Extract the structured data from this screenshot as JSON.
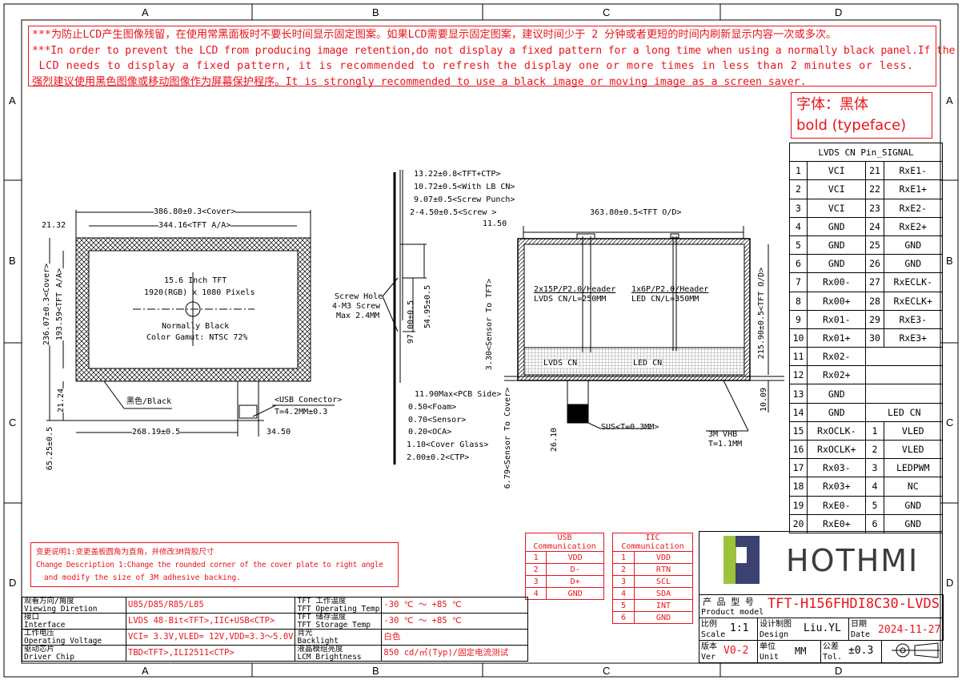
{
  "frame": {
    "columns": [
      "A",
      "B",
      "C",
      "D"
    ],
    "rows": [
      "A",
      "B",
      "C",
      "D"
    ]
  },
  "warning": {
    "lines": [
      "***为防止LCD产生图像残留，在使用常黑面板时不要长时间显示固定图案。如果LCD需要显示固定图案，建议时间少于 2 分钟或者更短的时间内刷新显示内容一次或多次。",
      "***In order to prevent the LCD from producing image retention,do not display a fixed pattern for a long time when using a normally black panel.If the",
      " LCD needs to display a fixed pattern, it is recommended to refresh the display one or more times in less than 2 minutes or less.",
      "强烈建议使用黑色图像或移动图像作为屏幕保护程序。It is strongly recommended to use a black image or moving image as a screen saver."
    ]
  },
  "font_note": {
    "line1": "字体：黑体",
    "line2": "bold (typeface)"
  },
  "front_view": {
    "dims": {
      "cover_w": "386.80±0.3<Cover>",
      "aa_w": "344.16<TFT A/A>",
      "offset_x": "21.32",
      "cover_h": "236.07±0.3<Cover>",
      "aa_h": "193.59<TFT A/A>",
      "offset_y": "21.24",
      "bottom": "65.25±0.5",
      "fpc_x": "268.19±0.5",
      "fpc_w": "34.50"
    },
    "text": [
      "15.6 Inch TFT",
      "1920(RGB) x 1080 Pixels",
      "Normally Black",
      "Color Gamut: NTSC 72%"
    ],
    "black_label": "黑色/Black",
    "usb_label": "<USB Conector>",
    "usb_t": "T=4.2MM±0.3"
  },
  "side_view": {
    "top_dims": [
      "13.22±0.8<TFT+CTP>",
      "10.72±0.5<With LB CN>",
      "9.07±0.5<Screw Punch>",
      "2-4.50±0.5<Screw >"
    ],
    "screw": [
      "Screw Hole",
      "4-M3 Screw",
      "Max 2.4MM"
    ],
    "v1": "97.00±0.5",
    "v2": "54.95±0.5",
    "bottom_dims": [
      "11.90Max<PCB Side>",
      "0.50<Foam>",
      "0.70<Sensor>",
      "0.20<OCA>",
      "1.10<Cover Glass>",
      "2.00±0.2<CTP>"
    ]
  },
  "back_view": {
    "width": "363.80±0.5<TFT O/D>",
    "offset": "11.50",
    "height": "215.90±0.5<TFT O/D>",
    "bottom": "10.09",
    "sensor_tft": "3.30<Sensor To TFT>",
    "sensor_cover": "6.79<Sensor To Cover>",
    "fpc": "26.10",
    "hdr1": [
      "2x15P/P2.0/Header",
      "LVDS CN/L=250MM"
    ],
    "hdr2": [
      "1x6P/P2.0/Header",
      "LED CN/L=350MM"
    ],
    "lvds": "LVDS CN",
    "led": "LED CN",
    "sus": "SUS<T=0.3MM>",
    "vhb": [
      "3M VHB",
      "T=1.1MM"
    ]
  },
  "pin_table": {
    "title": "LVDS CN Pin_SIGNAL",
    "led_title": "LED CN",
    "lvds": [
      [
        "1",
        "VCI",
        "21",
        "RxE1-"
      ],
      [
        "2",
        "VCI",
        "22",
        "RxE1+"
      ],
      [
        "3",
        "VCI",
        "23",
        "RxE2-"
      ],
      [
        "4",
        "GND",
        "24",
        "RxE2+"
      ],
      [
        "5",
        "GND",
        "25",
        "GND"
      ],
      [
        "6",
        "GND",
        "26",
        "GND"
      ],
      [
        "7",
        "Rx00-",
        "27",
        "RxECLK-"
      ],
      [
        "8",
        "Rx00+",
        "28",
        "RxECLK+"
      ],
      [
        "9",
        "Rx01-",
        "29",
        "RxE3-"
      ],
      [
        "10",
        "Rx01+",
        "30",
        "RxE3+"
      ],
      [
        "11",
        "Rx02-",
        "",
        ""
      ],
      [
        "12",
        "Rx02+",
        "",
        ""
      ],
      [
        "13",
        "GND",
        "",
        ""
      ],
      [
        "14",
        "GND",
        "",
        ""
      ],
      [
        "15",
        "RxOCLK-",
        "1",
        "VLED"
      ],
      [
        "16",
        "RxOCLK+",
        "2",
        "VLED"
      ],
      [
        "17",
        "Rx03-",
        "3",
        "LEDPWM"
      ],
      [
        "18",
        "Rx03+",
        "4",
        "NC"
      ],
      [
        "19",
        "RxE0-",
        "5",
        "GND"
      ],
      [
        "20",
        "RxE0+",
        "6",
        "GND"
      ]
    ]
  },
  "usb": {
    "title": "USB Communication",
    "rows": [
      [
        "1",
        "VDD"
      ],
      [
        "2",
        "D-"
      ],
      [
        "3",
        "D+"
      ],
      [
        "4",
        "GND"
      ]
    ]
  },
  "iic": {
    "title": "IIC Communication",
    "rows": [
      [
        "1",
        "VDD"
      ],
      [
        "2",
        "RTN"
      ],
      [
        "3",
        "SCL"
      ],
      [
        "4",
        "SDA"
      ],
      [
        "5",
        "INT"
      ],
      [
        "6",
        "GND"
      ]
    ]
  },
  "change": {
    "line1": "变更说明1:变更盖板圆角为直角，并修改3M背胶尺寸",
    "line2": "Change Description 1:Change the rounded corner of the cover plate to right angle",
    "line3": "and modify the size of 3M adhesive backing."
  },
  "spec": [
    {
      "k1": "观看方向/角度",
      "k2": "Viewing Diretion",
      "v": "U85/D85/R85/L85",
      "k3": "TFT 工作温度",
      "k4": "TFT Operating Temp",
      "v2": "-30 ℃ ～ +85 ℃"
    },
    {
      "k1": "接口",
      "k2": "Interface",
      "v": "LVDS 48-Bit<TFT>,IIC+USB<CTP>",
      "k3": "TFT 储存温度",
      "k4": "TFT Storage Temp",
      "v2": "-30 ℃ ～ +85 ℃"
    },
    {
      "k1": "工作电压",
      "k2": "Operating Voltage",
      "v": "VCI= 3.3V,VLED= 12V,VDD=3.3～5.0V",
      "k3": "背光",
      "k4": "Backlight",
      "v2": "白色"
    },
    {
      "k1": "驱动芯片",
      "k2": "Driver Chip",
      "v": "TBD<TFT>,ILI2511<CTP>",
      "k3": "液晶模组亮度",
      "k4": "LCM Brightness",
      "v2": "850 cd/㎡(Typ)/固定电流测试"
    }
  ],
  "title_block": {
    "logo": "HOTHMI",
    "logo_colors": {
      "green": "#9cc33b",
      "navy": "#3b4170"
    },
    "model_cn": "产 品 型 号",
    "model_en": "Product model",
    "model": "TFT-H156FHDI8C30-LVDS",
    "scale_cn": "比例",
    "scale_en": "Scale",
    "scale": "1:1",
    "design_cn": "设计制图",
    "design_en": "Design",
    "design": "Liu.YL",
    "date_cn": "日期",
    "date_en": "Date",
    "date": "2024-11-27",
    "ver_cn": "版本",
    "ver_en": "Ver",
    "ver": "V0-2",
    "unit_cn": "单位",
    "unit_en": "Unit",
    "unit": "MM",
    "tol_cn": "公差",
    "tol_en": "Tol.",
    "tol": "±0.3"
  },
  "colors": {
    "accent": "#e8141b"
  }
}
